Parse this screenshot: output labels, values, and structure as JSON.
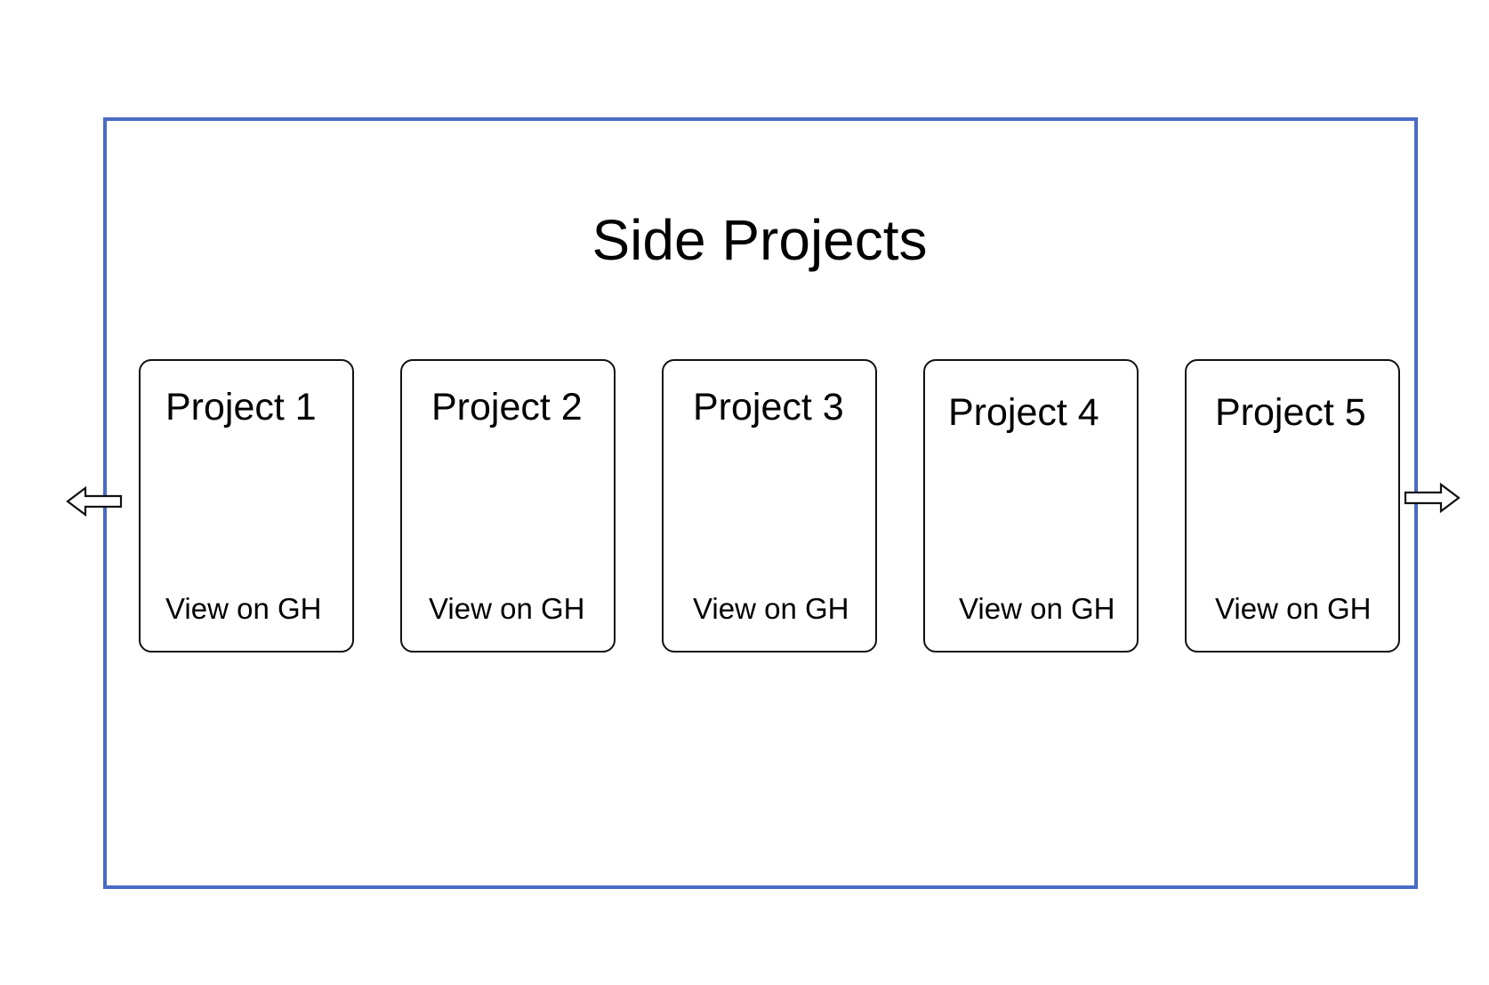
{
  "section": {
    "title": "Side Projects"
  },
  "projects": [
    {
      "title": "Project 1",
      "link_label": "View on GH"
    },
    {
      "title": "Project 2",
      "link_label": "View on GH"
    },
    {
      "title": "Project 3",
      "link_label": "View on GH"
    },
    {
      "title": "Project 4",
      "link_label": "View on GH"
    },
    {
      "title": "Project 5",
      "link_label": "View on GH"
    }
  ],
  "navigation": {
    "prev_icon": "arrow-left-icon",
    "next_icon": "arrow-right-icon"
  },
  "colors": {
    "frame_border": "#4a6bc5",
    "card_border": "#111111",
    "text": "#000000"
  }
}
